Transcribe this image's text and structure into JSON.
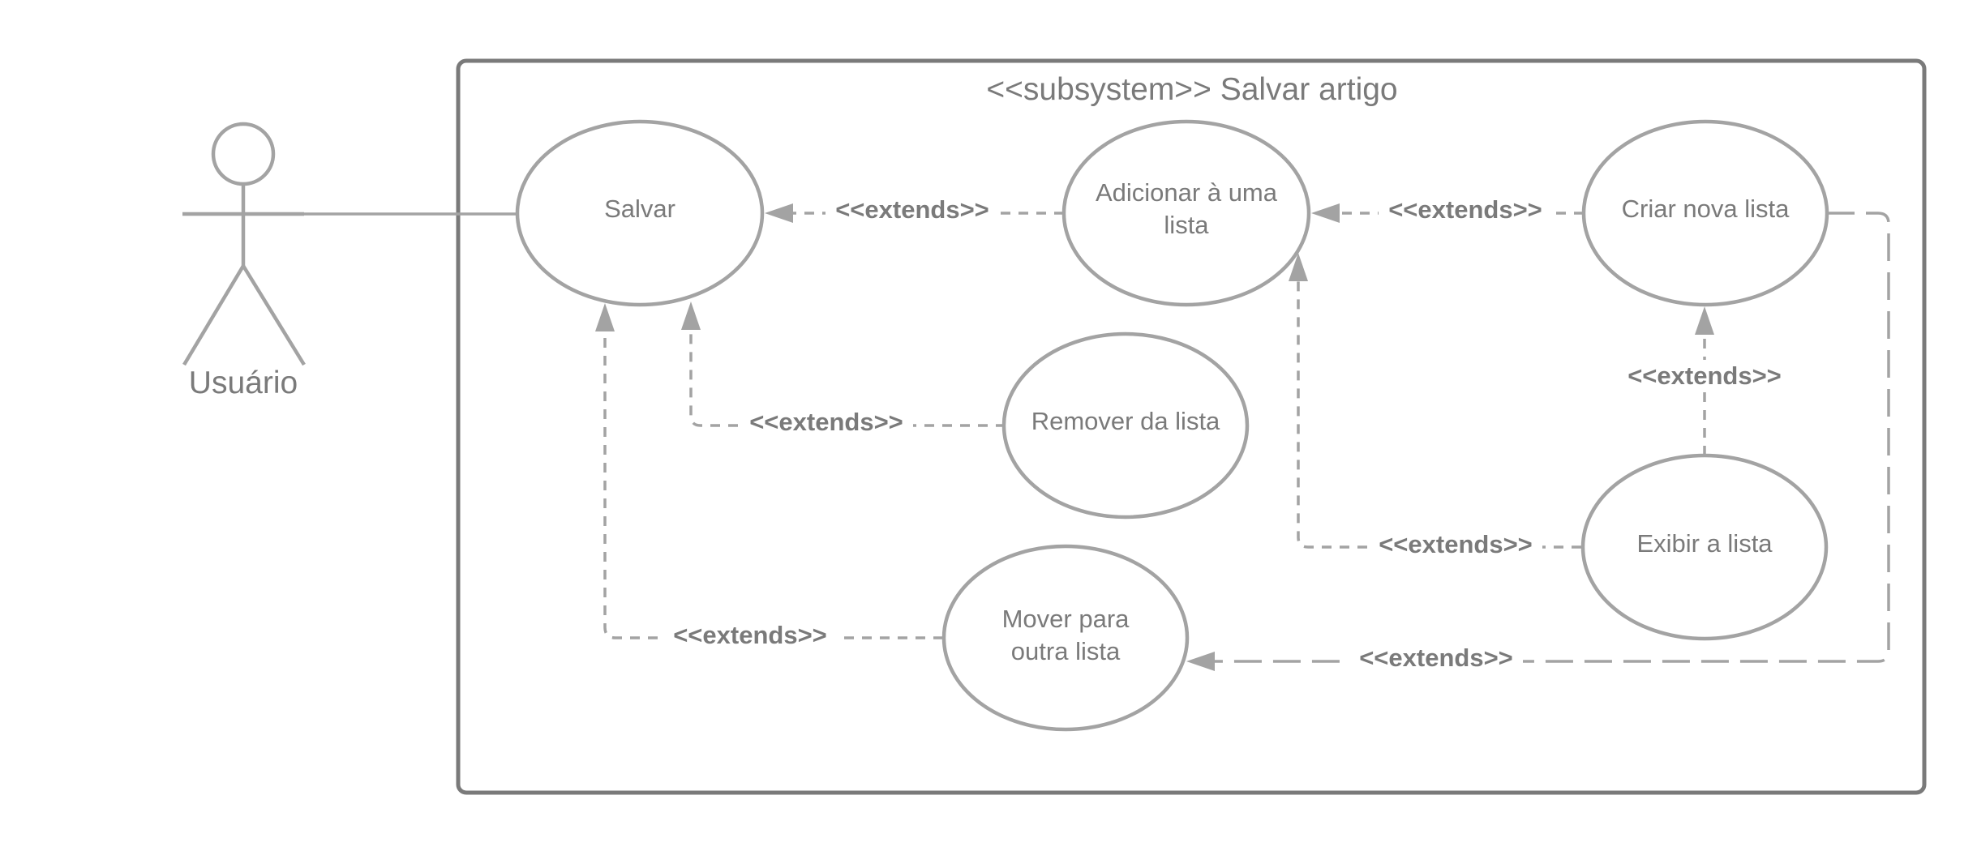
{
  "subsystem": {
    "title": "<<subsystem>> Salvar artigo"
  },
  "actor": {
    "name": "Usuário"
  },
  "use_cases": {
    "salvar": "Salvar",
    "adicionar_line1": "Adicionar à uma",
    "adicionar_line2": "lista",
    "criar": "Criar nova lista",
    "remover": "Remover da  lista",
    "exibir": "Exibir a lista",
    "mover_line1": "Mover para",
    "mover_line2": "outra lista"
  },
  "relations": {
    "adicionar_to_salvar": "<<extends>>",
    "criar_to_adicionar": "<<extends>>",
    "remover_to_salvar": "<<extends>>",
    "exibir_to_criar": "<<extends>>",
    "exibir_to_adicionar": "<<extends>>",
    "mover_to_salvar": "<<extends>>",
    "criar_to_mover": "<<extends>>"
  },
  "colors": {
    "line": "#a3a3a3",
    "text": "#7a7a7a",
    "border": "#7a7a7a"
  }
}
